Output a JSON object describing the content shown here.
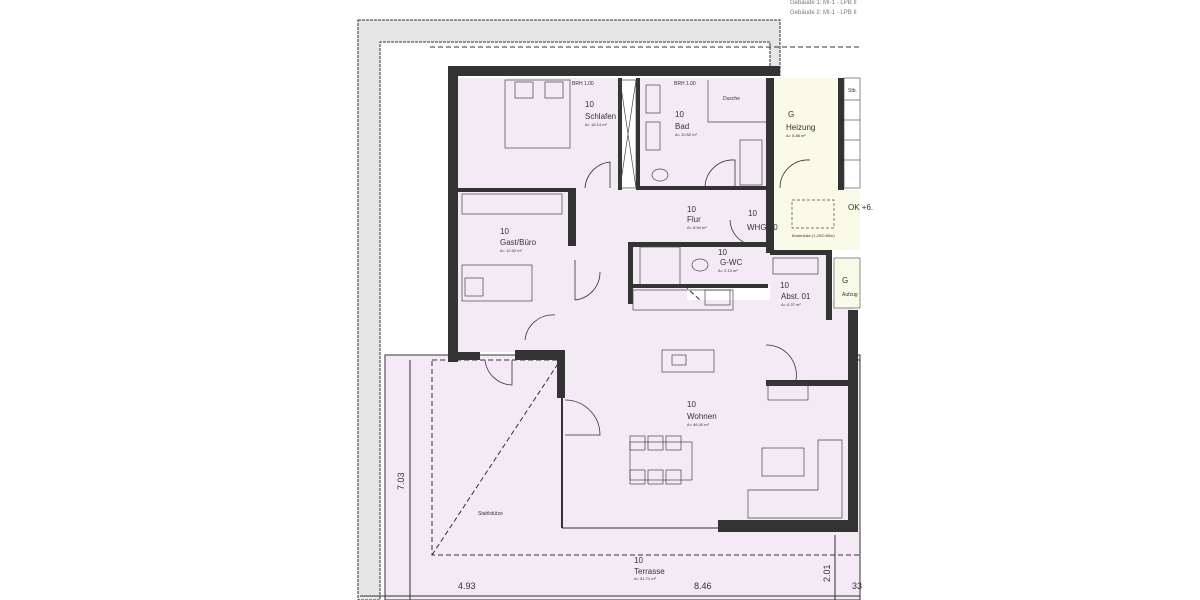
{
  "header": {
    "line1": "Gebäude 1: MI-1 - LPB II",
    "line2": "Gebäude 2: MI-1 - LPB II"
  },
  "unit_marker": "10",
  "common_marker": "G",
  "rooms": [
    {
      "name": "Schlafen",
      "area": "A= 16.14 m²"
    },
    {
      "name": "Bad",
      "area": "A= 10.52 m²"
    },
    {
      "name": "Heizung",
      "area": "A= 5.88 m²"
    },
    {
      "name": "Flur",
      "area": "A= 8.94 m²"
    },
    {
      "name": "Gast/Büro",
      "area": "A= 12.92 m²"
    },
    {
      "name": "G-WC",
      "area": "A= 2.13 m²"
    },
    {
      "name": "Abst. 01",
      "area": "A= 6.37 m²"
    },
    {
      "name": "Wohnen",
      "area": "A= 46.40 m²"
    },
    {
      "name": "Terrasse",
      "area": "A= 51.71 m²"
    }
  ],
  "labels": {
    "apartment": "WHG 10",
    "brh": "BRH 1.00",
    "dusche": "Dusche",
    "bodenluke": "Bodenluke (1.20/0.80m)",
    "ok": "OK +6.",
    "aufzug": "Aufzug",
    "stuetze": "Stahlstütze",
    "stair": "Stb."
  },
  "dimensions": {
    "height_left": "7.03",
    "width_left": "4.93",
    "width_mid": "8.46",
    "height_right": "2.01",
    "edge": "33"
  },
  "colors": {
    "room_fill": "#f3eaf6",
    "common_fill": "#fafae8",
    "band": "#e6e6e6",
    "wall": "#333333"
  }
}
